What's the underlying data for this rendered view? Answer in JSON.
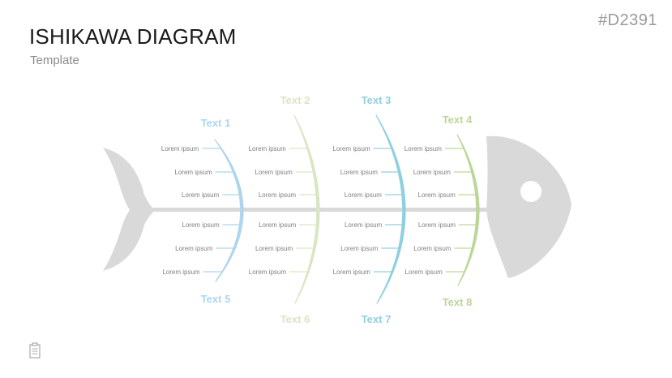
{
  "header": {
    "title": "ISHIKAWA DIAGRAM",
    "subtitle": "Template",
    "code": "#D2391"
  },
  "colors": {
    "blue_light": "#aed4ee",
    "green_light": "#d9e6c4",
    "teal": "#8fd0e0",
    "green": "#bcd69a",
    "body": "#d9d9d9"
  },
  "categories": [
    {
      "label": "Text 1",
      "color": "#aed4ee"
    },
    {
      "label": "Text 2",
      "color": "#d9e6c4"
    },
    {
      "label": "Text 3",
      "color": "#8fd0e0"
    },
    {
      "label": "Text 4",
      "color": "#bcd69a"
    },
    {
      "label": "Text 5",
      "color": "#aed4ee"
    },
    {
      "label": "Text 6",
      "color": "#d9e6c4"
    },
    {
      "label": "Text 7",
      "color": "#8fd0e0"
    },
    {
      "label": "Text 8",
      "color": "#bcd69a"
    }
  ],
  "cause_text": "Lorem ipsum",
  "footer": {
    "icon": "clipboard-icon"
  }
}
